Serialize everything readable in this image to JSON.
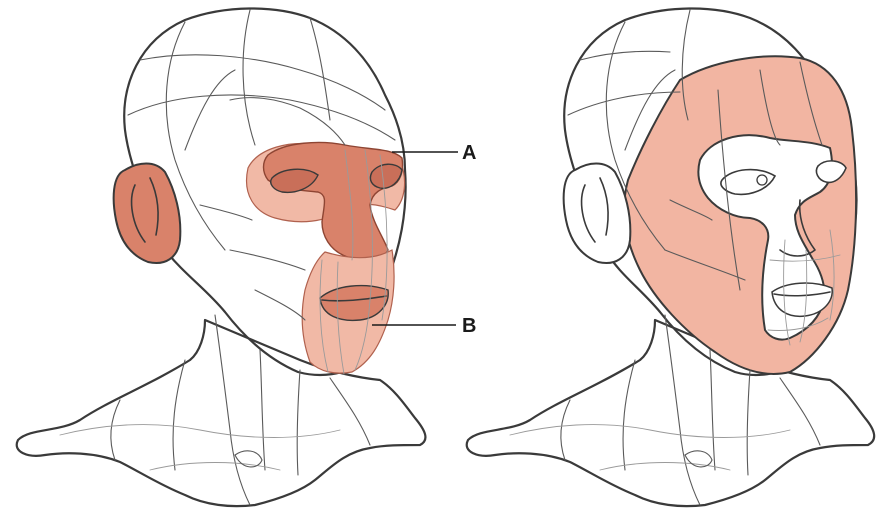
{
  "figure": {
    "panels": [
      {
        "id": "left",
        "highlighted_regions": [
          "ear",
          "eye-surround",
          "nose-and-cheek-mask",
          "mouth-and-chin"
        ],
        "callouts": [
          {
            "label": "A"
          },
          {
            "label": "B"
          }
        ]
      },
      {
        "id": "right",
        "highlighted_regions": [
          "outer-face-frame"
        ]
      }
    ]
  },
  "colors": {
    "highlight_strong": "#d9826a",
    "highlight_light": "#f1b9a6",
    "highlight_outer": "#f2b5a2",
    "line": "#3a3a3a",
    "background": "#ffffff"
  }
}
